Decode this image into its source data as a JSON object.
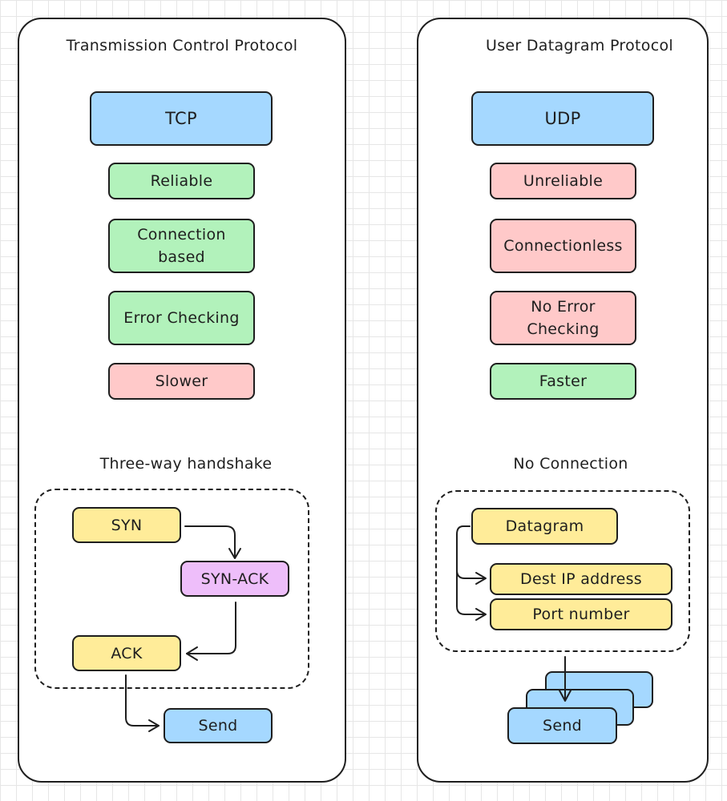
{
  "tcp": {
    "title": "Transmission Control Protocol",
    "header": "TCP",
    "features": [
      "Reliable",
      "Connection based",
      "Error Checking",
      "Slower"
    ],
    "section_title": "Three-way handshake",
    "handshake": {
      "syn": "SYN",
      "syn_ack": "SYN-ACK",
      "ack": "ACK",
      "send": "Send"
    }
  },
  "udp": {
    "title": "User Datagram Protocol",
    "header": "UDP",
    "features": [
      "Unreliable",
      "Connectionless",
      "No Error Checking",
      "Faster"
    ],
    "section_title": "No Connection",
    "datagram": {
      "datagram": "Datagram",
      "dest_ip": "Dest IP address",
      "port": "Port number",
      "send": "Send"
    }
  },
  "colors": {
    "blue": "#a5d8ff",
    "green": "#b2f2bb",
    "red": "#ffc9c9",
    "yellow": "#ffec99",
    "purple": "#eebefa",
    "stroke": "#1e1e1e"
  }
}
